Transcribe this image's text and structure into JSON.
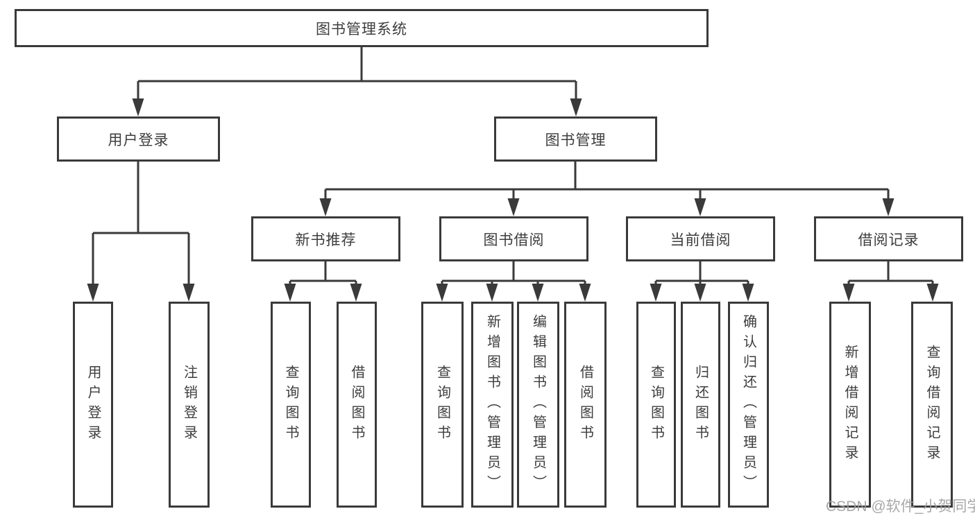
{
  "diagram": {
    "line_color": "#3a3a3a",
    "box_border_color": "#3a3a3a",
    "text_color": "#3d3d3d",
    "background_color": "#ffffff"
  },
  "tree": {
    "root": {
      "label": "图书管理系统"
    },
    "user_login": {
      "label": "用户登录",
      "children": [
        {
          "label": "用户登录"
        },
        {
          "label": "注销登录"
        }
      ]
    },
    "book_mgmt": {
      "label": "图书管理",
      "children": [
        {
          "label": "新书推荐",
          "children": [
            {
              "label": "查询图书"
            },
            {
              "label": "借阅图书"
            }
          ]
        },
        {
          "label": "图书借阅",
          "children": [
            {
              "label": "查询图书"
            },
            {
              "label": "新增图书（管理员）"
            },
            {
              "label": "编辑图书（管理员）"
            },
            {
              "label": "借阅图书"
            }
          ]
        },
        {
          "label": "当前借阅",
          "children": [
            {
              "label": "查询图书"
            },
            {
              "label": "归还图书"
            },
            {
              "label": "确认归还（管理员）"
            }
          ]
        },
        {
          "label": "借阅记录",
          "children": [
            {
              "label": "新增借阅记录"
            },
            {
              "label": "查询借阅记录"
            }
          ]
        }
      ]
    }
  },
  "watermark": {
    "text": "CSDN @软件_小贺同学"
  }
}
